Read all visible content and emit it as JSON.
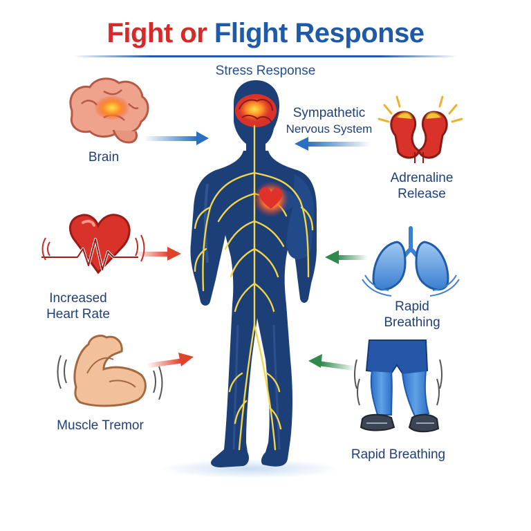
{
  "title": {
    "word1": "Fight or",
    "word2": "Flight Response"
  },
  "subtitle": "Stress Response",
  "labels": {
    "brain": "Brain",
    "heart_line1": "Increased",
    "heart_line2": "Heart Rate",
    "muscle": "Muscle Tremor",
    "sympathetic_line1": "Sympathetic",
    "sympathetic_line2": "Nervous System",
    "adrenaline_line1": "Adrenaline",
    "adrenaline_line2": "Release",
    "breathing_line1": "Rapid",
    "breathing_line2": "Breathing",
    "legs": "Rapid Breathing"
  },
  "icons": {
    "brain": "brain-icon",
    "heart": "heart-icon",
    "muscle": "flexed-arm-icon",
    "adrenal": "adrenal-glands-icon",
    "lungs": "lungs-icon",
    "legs": "legs-icon",
    "body": "human-body-icon"
  },
  "colors": {
    "title_red": "#d62a2a",
    "title_blue": "#1e5aa8",
    "label_blue": "#1f3f7a",
    "body_blue": "#1d3f78",
    "nerve_yellow": "#f2d64b",
    "arrow_blue": "#2a6fc0",
    "arrow_red": "#e0432b",
    "arrow_green": "#2f8a4c"
  }
}
